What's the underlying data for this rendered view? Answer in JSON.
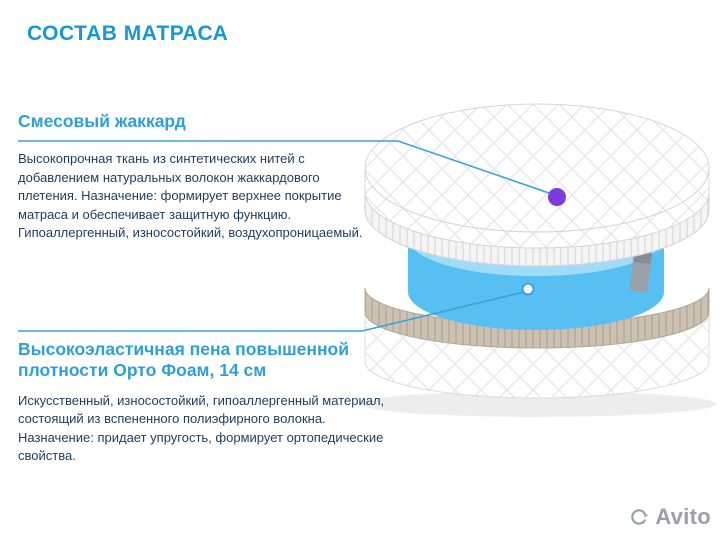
{
  "page": {
    "title": "СОСТАВ МАТРАСА",
    "background": "#ffffff"
  },
  "sections": [
    {
      "id": "jacquard",
      "heading": "Смесовый жаккард",
      "body": "Высокопрочная ткань из синтетических нитей с добавлением натуральных волокон жаккардового плетения. Назначение: формирует верхнее покрытие матраса и обеспечивает защитную функцию. Гипоаллергенный, износостойкий, воздухопроницаемый."
    },
    {
      "id": "foam",
      "heading": "Высокоэластичная пена повышенной плотности Орто Фоам, 14 см",
      "body": "Искусственный, износостойкий, гипоаллергенный материал, состоящий из вспененного полиэфирного волокна. Назначение: придает упругость, формирует ортопедические свойства."
    }
  ],
  "illustration": {
    "name": "mattress-cutaway",
    "layers": [
      "quilted-jacquard-top",
      "ortho-foam-core",
      "quilted-bottom-base"
    ]
  },
  "watermark": {
    "label": "Avito",
    "icon": "circular-arrow-icon"
  },
  "colors": {
    "title_blue": "#1798d4",
    "heading_blue": "#2f9fd8",
    "body_navy": "#1d3c5e",
    "callout_line_blue": "#3aa3da",
    "callout_dot_purple": "#7d3bdc",
    "foam_blue_front": "#57bff1",
    "foam_blue_top": "#9fdcf8",
    "bottom_band_tan": "#cbc2b4",
    "watermark_grey": "#9aa0a6"
  }
}
